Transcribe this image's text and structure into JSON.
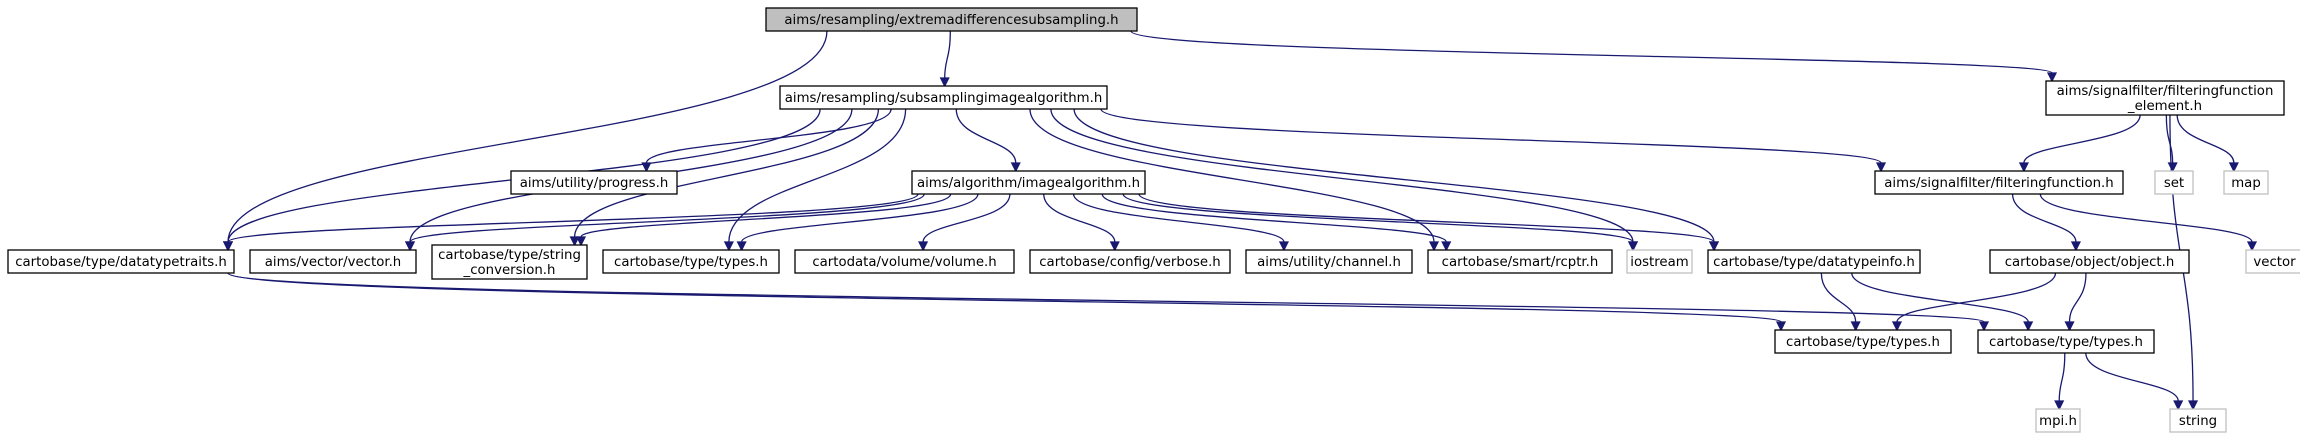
{
  "graph": {
    "nodes": [
      {
        "id": "root",
        "label": "aims/resampling/extremadifferencesubsampling.h",
        "kind": "root"
      },
      {
        "id": "subalg",
        "label": "aims/resampling/subsamplingimagealgorithm.h"
      },
      {
        "id": "ffelem",
        "label": "aims/signalfilter/filteringfunction\n_element.h"
      },
      {
        "id": "progress",
        "label": "aims/utility/progress.h"
      },
      {
        "id": "imgalg",
        "label": "aims/algorithm/imagealgorithm.h"
      },
      {
        "id": "ff",
        "label": "aims/signalfilter/filteringfunction.h"
      },
      {
        "id": "set",
        "label": "set",
        "kind": "ext"
      },
      {
        "id": "map",
        "label": "map",
        "kind": "ext"
      },
      {
        "id": "dtt",
        "label": "cartobase/type/datatypetraits.h"
      },
      {
        "id": "vec",
        "label": "aims/vector/vector.h"
      },
      {
        "id": "strconv",
        "label": "cartobase/type/string\n_conversion.h"
      },
      {
        "id": "types1",
        "label": "cartobase/type/types.h"
      },
      {
        "id": "volume",
        "label": "cartodata/volume/volume.h"
      },
      {
        "id": "verbose",
        "label": "cartobase/config/verbose.h"
      },
      {
        "id": "channel",
        "label": "aims/utility/channel.h"
      },
      {
        "id": "rcptr",
        "label": "cartobase/smart/rcptr.h"
      },
      {
        "id": "iostream",
        "label": "iostream",
        "kind": "ext"
      },
      {
        "id": "dtinfo",
        "label": "cartobase/type/datatypeinfo.h"
      },
      {
        "id": "object",
        "label": "cartobase/object/object.h"
      },
      {
        "id": "vector",
        "label": "vector",
        "kind": "ext"
      },
      {
        "id": "types2",
        "label": "cartobase/type/types.h"
      },
      {
        "id": "types3",
        "label": "cartobase/type/types.h"
      },
      {
        "id": "mpi",
        "label": "mpi.h",
        "kind": "ext"
      },
      {
        "id": "string",
        "label": "string",
        "kind": "ext"
      }
    ],
    "edges": [
      [
        "root",
        "subalg"
      ],
      [
        "root",
        "ffelem"
      ],
      [
        "root",
        "dtt"
      ],
      [
        "subalg",
        "progress"
      ],
      [
        "subalg",
        "imgalg"
      ],
      [
        "subalg",
        "ff"
      ],
      [
        "subalg",
        "dtt"
      ],
      [
        "subalg",
        "vec"
      ],
      [
        "subalg",
        "strconv"
      ],
      [
        "subalg",
        "types1"
      ],
      [
        "subalg",
        "rcptr"
      ],
      [
        "subalg",
        "iostream"
      ],
      [
        "subalg",
        "dtinfo"
      ],
      [
        "ffelem",
        "ff"
      ],
      [
        "ffelem",
        "set"
      ],
      [
        "ffelem",
        "map"
      ],
      [
        "ffelem",
        "string"
      ],
      [
        "imgalg",
        "dtt"
      ],
      [
        "imgalg",
        "vec"
      ],
      [
        "imgalg",
        "strconv"
      ],
      [
        "imgalg",
        "types1"
      ],
      [
        "imgalg",
        "volume"
      ],
      [
        "imgalg",
        "verbose"
      ],
      [
        "imgalg",
        "channel"
      ],
      [
        "imgalg",
        "rcptr"
      ],
      [
        "imgalg",
        "iostream"
      ],
      [
        "imgalg",
        "dtinfo"
      ],
      [
        "ff",
        "object"
      ],
      [
        "ff",
        "vector"
      ],
      [
        "dtt",
        "types2"
      ],
      [
        "dtt",
        "types3"
      ],
      [
        "dtinfo",
        "types2"
      ],
      [
        "dtinfo",
        "types3"
      ],
      [
        "object",
        "types2"
      ],
      [
        "object",
        "types3"
      ],
      [
        "types3",
        "mpi"
      ],
      [
        "types3",
        "string"
      ]
    ]
  }
}
